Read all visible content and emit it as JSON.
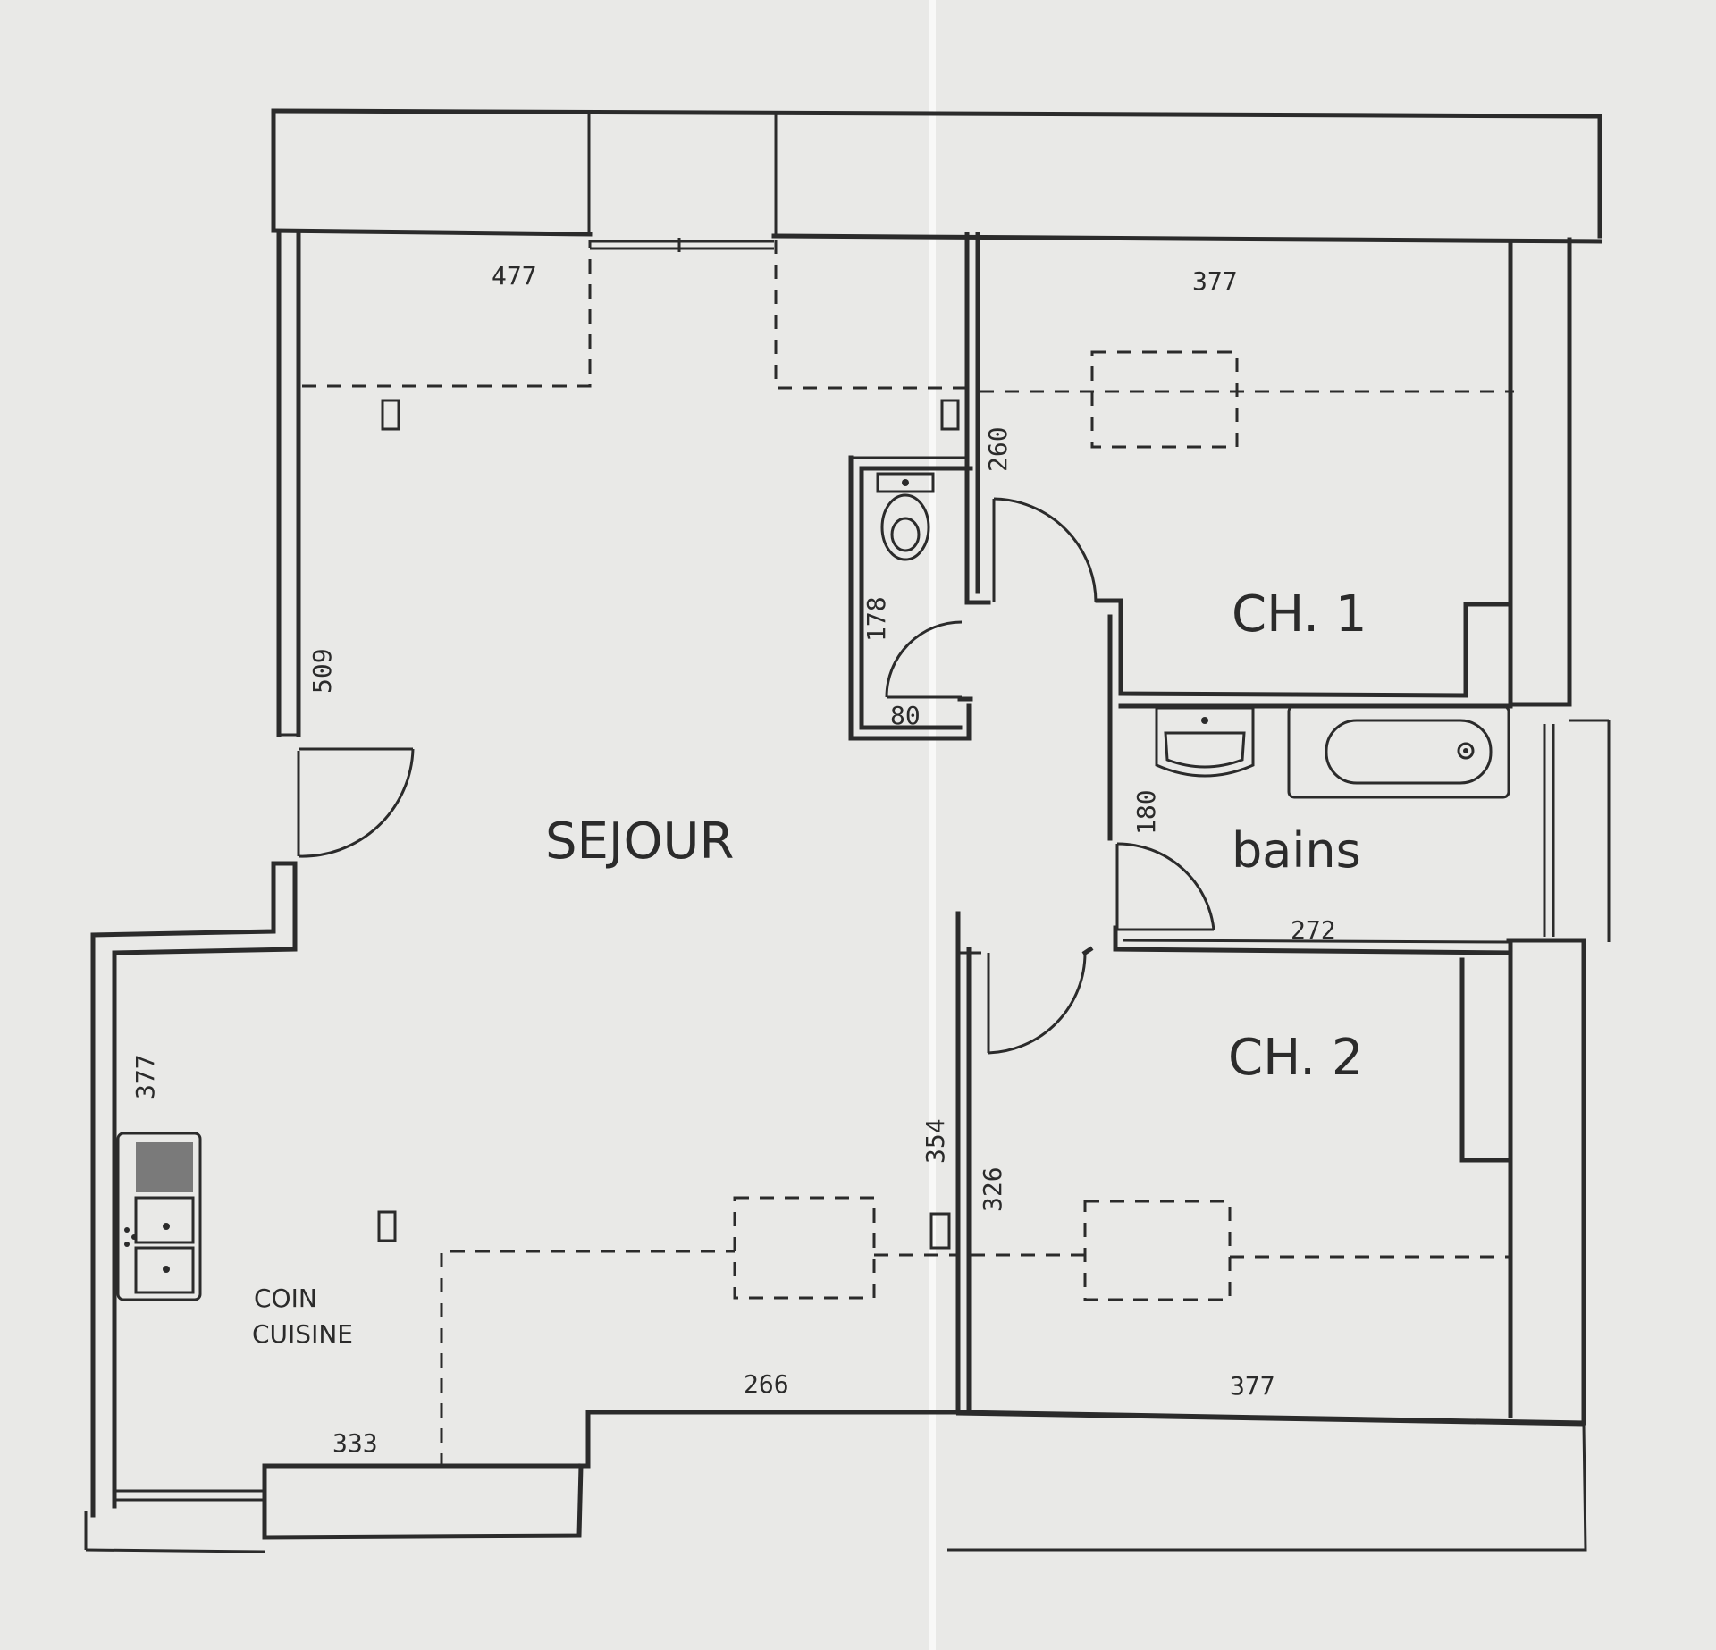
{
  "rooms": {
    "sejour": "SEJOUR",
    "ch1": "CH. 1",
    "ch2": "CH. 2",
    "bains": "bains",
    "coin_cuisine_line1": "COIN",
    "coin_cuisine_line2": "CUISINE"
  },
  "dimensions": {
    "sejour_top_width": "477",
    "ch1_width": "377",
    "ch1_depth": "260",
    "wc_depth": "178",
    "wc_width": "80",
    "sejour_left_depth": "509",
    "kitchen_depth": "377",
    "bains_depth": "180",
    "bains_width": "272",
    "ch2_depth_left": "354",
    "ch2_depth": "326",
    "sejour_bottom_width": "266",
    "kitchen_width": "333",
    "ch2_width": "377"
  },
  "colors": {
    "paper": "#e9e9e7",
    "ink": "#2b2b2b"
  }
}
